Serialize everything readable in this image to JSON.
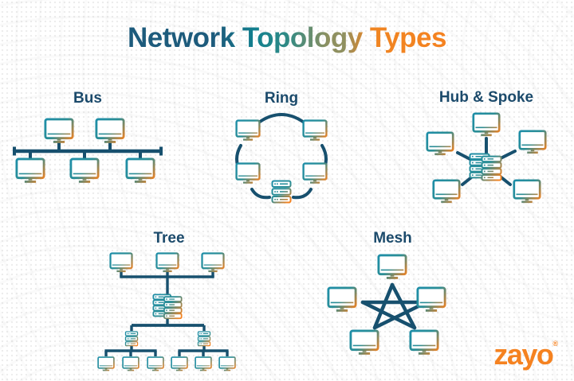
{
  "title": {
    "text": "Network Topology Types"
  },
  "topologies": [
    {
      "id": "bus",
      "label": "Bus",
      "nodes": "5 monitors on a shared bus line"
    },
    {
      "id": "ring",
      "label": "Ring",
      "nodes": "4 monitors and 1 server in a ring"
    },
    {
      "id": "hub",
      "label": "Hub & Spoke",
      "nodes": "5 monitors around a central server hub"
    },
    {
      "id": "tree",
      "label": "Tree",
      "nodes": "3 monitors, root server, 2 sub-servers, 6 leaf monitors"
    },
    {
      "id": "mesh",
      "label": "Mesh",
      "nodes": "5 monitors fully interconnected in a star/pentagram"
    }
  ],
  "logo": {
    "z": "z",
    "ayo": "ayo",
    "registered": "®"
  },
  "colors": {
    "title_gradient_start": "#1d5b7c",
    "title_gradient_mid_teal": "#12808f",
    "title_gradient_mid_olive": "#8f9060",
    "title_gradient_end": "#f58220",
    "label_text": "#1b4a6b",
    "line_navy": "#17506e",
    "icon_teal": "#1f8ea6",
    "icon_orange": "#f5821f",
    "logo_orange": "#f58220",
    "background": "#ffffff"
  }
}
